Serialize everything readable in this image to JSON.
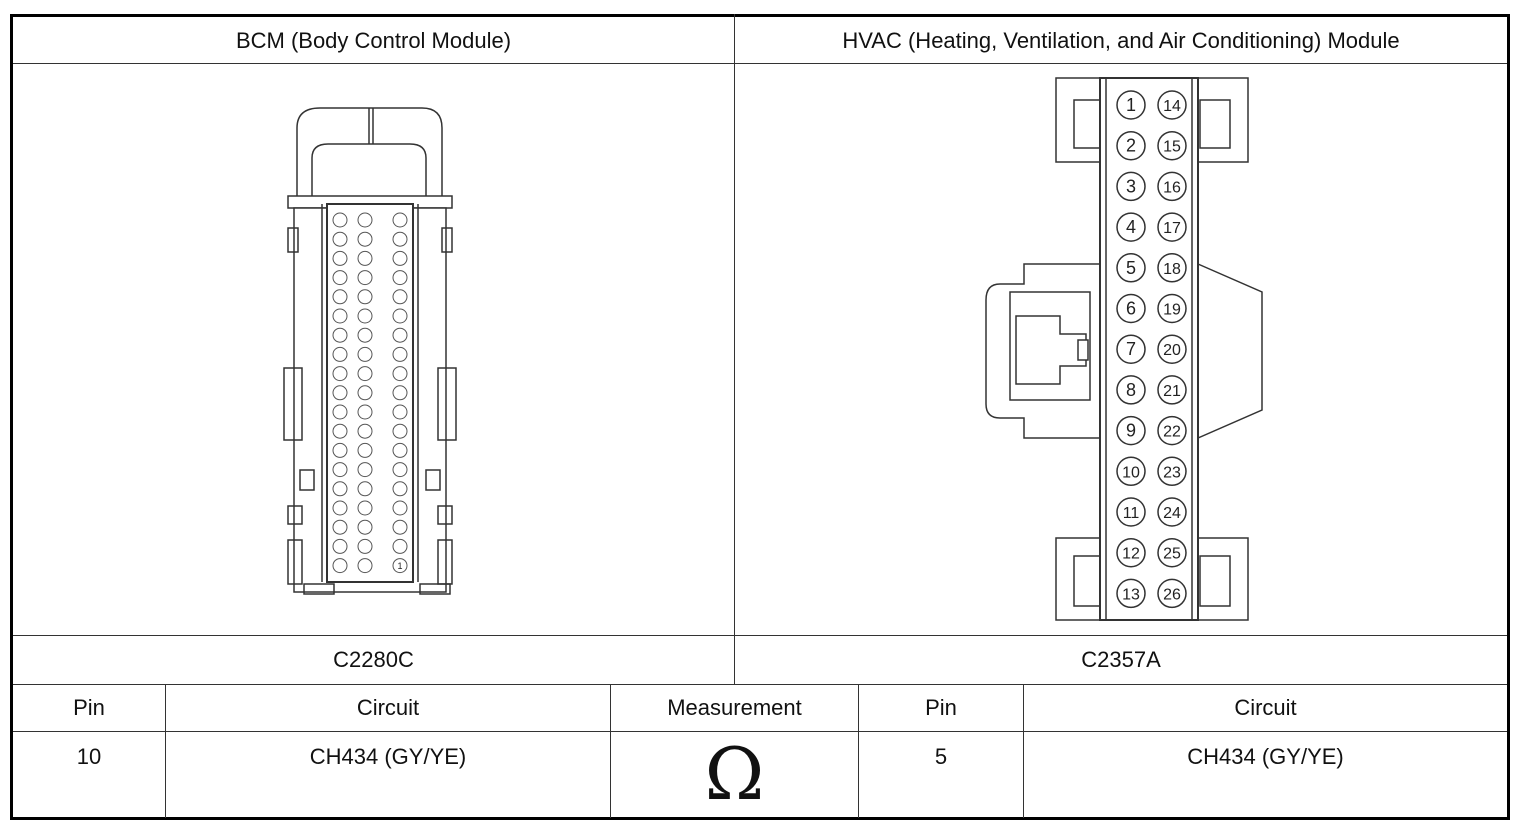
{
  "left_header": "BCM (Body Control Module)",
  "right_header": "HVAC (Heating, Ventilation, and Air Conditioning) Module",
  "left_connector": "C2280C",
  "right_connector": "C2357A",
  "hvac_pins_left_col": [
    "1",
    "2",
    "3",
    "4",
    "5",
    "6",
    "7",
    "8",
    "9",
    "10",
    "11",
    "12",
    "13"
  ],
  "hvac_pins_right_col": [
    "14",
    "15",
    "16",
    "17",
    "18",
    "19",
    "20",
    "21",
    "22",
    "23",
    "24",
    "25",
    "26"
  ],
  "table": {
    "headers": [
      "Pin",
      "Circuit",
      "Measurement",
      "Pin",
      "Circuit"
    ],
    "row": {
      "pin_a": "10",
      "circuit_a": "CH434 (GY/YE)",
      "measurement_symbol": "Ω",
      "pin_b": "5",
      "circuit_b": "CH434 (GY/YE)"
    }
  }
}
